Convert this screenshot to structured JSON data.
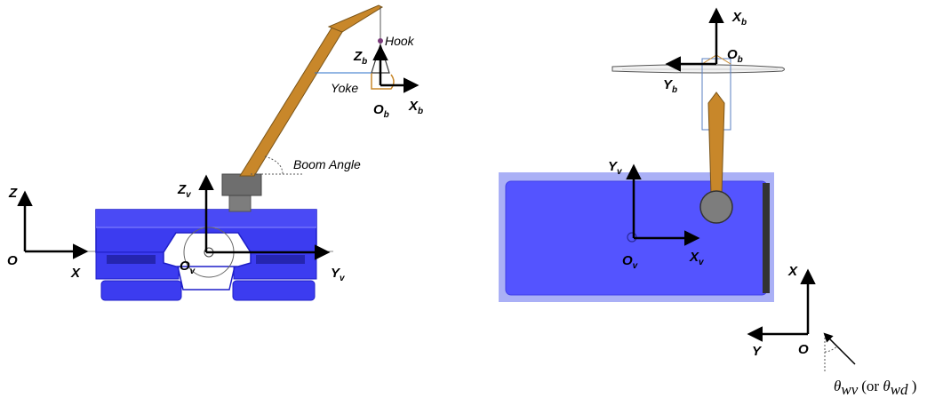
{
  "side_view": {
    "world_axes": {
      "origin": "O",
      "x": "X",
      "z": "Z"
    },
    "vehicle_axes": {
      "origin": "O",
      "origin_sub": "v",
      "y": "Y",
      "y_sub": "v",
      "z": "Z",
      "z_sub": "v"
    },
    "boom_axes": {
      "origin": "O",
      "origin_sub": "b",
      "x": "X",
      "x_sub": "b",
      "z": "Z",
      "z_sub": "b"
    },
    "labels": {
      "hook": "Hook",
      "yoke": "Yoke",
      "boom_angle": "Boom Angle"
    }
  },
  "top_view": {
    "vehicle_axes": {
      "origin": "O",
      "origin_sub": "v",
      "x": "X",
      "x_sub": "v",
      "y": "Y",
      "y_sub": "v"
    },
    "boom_axes": {
      "origin": "O",
      "origin_sub": "b",
      "x": "X",
      "x_sub": "b",
      "y": "Y",
      "y_sub": "b"
    },
    "world_axes": {
      "origin": "O",
      "x": "X",
      "y": "Y"
    },
    "angle_label": {
      "theta": "θ",
      "theta_sub": "wv",
      "or_text": "(or ",
      "theta2": "θ",
      "theta2_sub": "wd",
      "close": " )"
    }
  },
  "colors": {
    "vehicle_blue": "#3c3cf0",
    "vehicle_outline": "#1e1ec8",
    "boom_brown": "#c8872a",
    "boom_dark": "#7a5418",
    "turret_gray": "#7d7d7d",
    "top_panel": "#5454ff",
    "top_border": "#aab0f6"
  }
}
